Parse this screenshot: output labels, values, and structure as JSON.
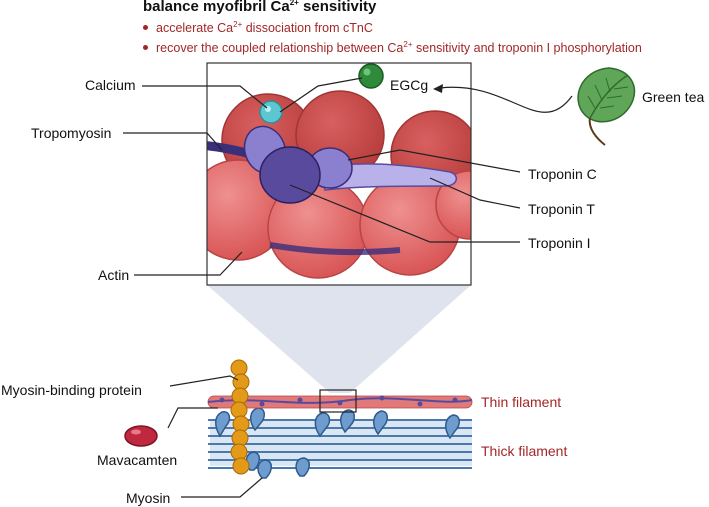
{
  "header": {
    "title_main": "balance myofibril Ca",
    "title_sup": "2+",
    "title_end": " sensitivity",
    "bullets": [
      {
        "pre": "accelerate Ca",
        "sup": "2+",
        "post": " dissociation from cTnC"
      },
      {
        "pre": "recover the coupled relationship between Ca",
        "sup": "2+",
        "post": " sensitivity and troponin I phosphorylation"
      }
    ]
  },
  "labels": {
    "calcium": "Calcium",
    "egcg": "EGCg",
    "green_tea": "Green tea",
    "tropomyosin": "Tropomyosin",
    "troponin_c": "Troponin C",
    "troponin_t": "Troponin T",
    "troponin_i": "Troponin I",
    "actin": "Actin",
    "myosin_binding_protein": "Myosin-binding protein",
    "mavacamten": "Mavacamten",
    "myosin": "Myosin",
    "thin_filament": "Thin filament",
    "thick_filament": "Thick filament"
  },
  "colors": {
    "accent_red": "#a32727",
    "actin": "#e06a6a",
    "actin_dark": "#b94444",
    "troponin": "#5a4a9e",
    "troponin_c": "#8b7fd0",
    "troponin_t": "#b8b1ea",
    "calcium": "#5cc7d0",
    "egcg": "#2f8a3a",
    "leaf": "#5fa659",
    "myosin": "#6f9ccf",
    "mybp": "#e39a19",
    "mavacamten": "#c0283f",
    "zoom": "#dfe3ee"
  }
}
